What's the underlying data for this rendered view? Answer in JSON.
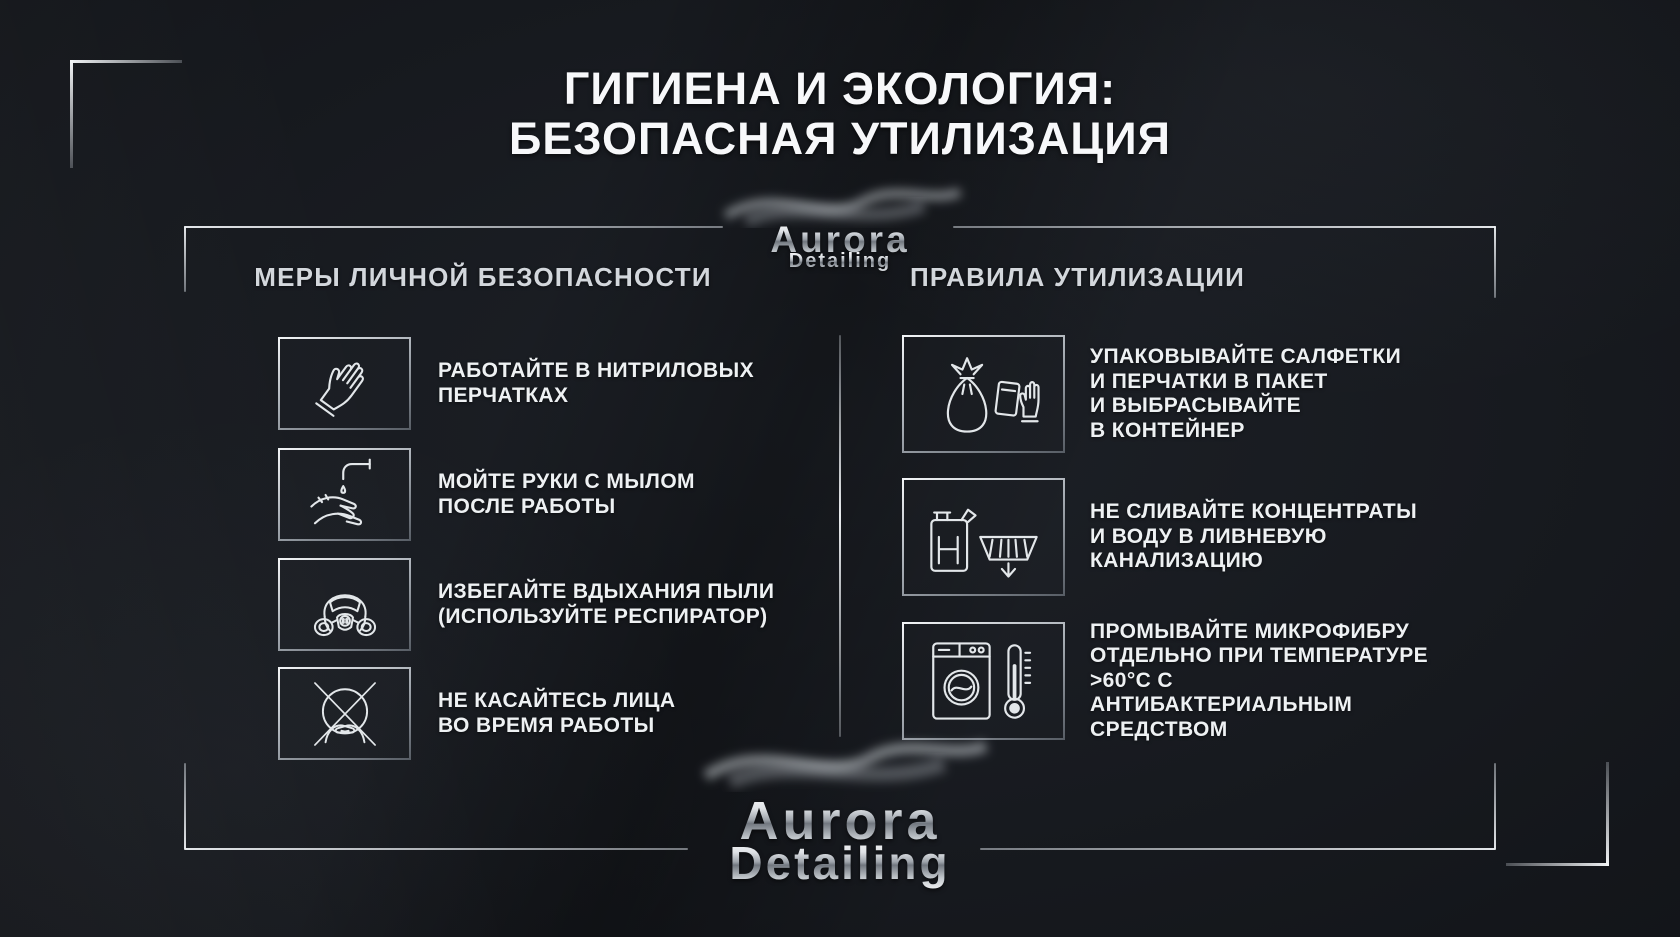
{
  "page": {
    "title_line1": "ГИГИЕНА И ЭКОЛОГИЯ:",
    "title_line2": "БЕЗОПАСНАЯ УТИЛИЗАЦИЯ"
  },
  "brand": {
    "name": "Aurora",
    "tagline": "Detailing"
  },
  "columns": {
    "left": {
      "header": "МЕРЫ ЛИЧНОЙ БЕЗОПАСНОСТИ",
      "items": [
        {
          "icon": "nitrile-glove-icon",
          "text": "РАБОТАЙТЕ В НИТРИЛОВЫХ\nПЕРЧАТКАХ"
        },
        {
          "icon": "hand-washing-icon",
          "text": "МОЙТЕ РУКИ С МЫЛОМ\nПОСЛЕ РАБОТЫ"
        },
        {
          "icon": "respirator-icon",
          "text": "ИЗБЕГАЙТЕ ВДЫХАНИЯ ПЫЛИ\n(ИСПОЛЬЗУЙТЕ РЕСПИРАТОР)"
        },
        {
          "icon": "dont-touch-face-icon",
          "text": "НЕ КАСАЙТЕСЬ ЛИЦА\nВО ВРЕМЯ РАБОТЫ"
        }
      ]
    },
    "right": {
      "header": "ПРАВИЛА УТИЛИЗАЦИИ",
      "items": [
        {
          "icon": "trash-bag-glove-icon",
          "text": "УПАКОВЫВАЙТЕ САЛФЕТКИ\nИ ПЕРЧАТКИ В ПАКЕТ\nИ ВЫБРАСЫВАЙТЕ\nВ КОНТЕЙНЕР"
        },
        {
          "icon": "canister-drain-icon",
          "text": "НЕ СЛИВАЙТЕ КОНЦЕНТРАТЫ\nИ ВОДУ В ЛИВНЕВУЮ\nКАНАЛИЗАЦИЮ"
        },
        {
          "icon": "washing-machine-thermometer-icon",
          "text": "ПРОМЫВАЙТЕ МИКРОФИБРУ\nОТДЕЛЬНО ПРИ ТЕМПЕРАТУРЕ\n>60°C С АНТИБАКТЕРИАЛЬНЫМ\nСРЕДСТВОМ"
        }
      ]
    }
  },
  "colors": {
    "background": "#191c22",
    "text_primary": "#eef1f3",
    "text_secondary": "#d3d7dc",
    "accent_silver": "#dfe3e7"
  }
}
